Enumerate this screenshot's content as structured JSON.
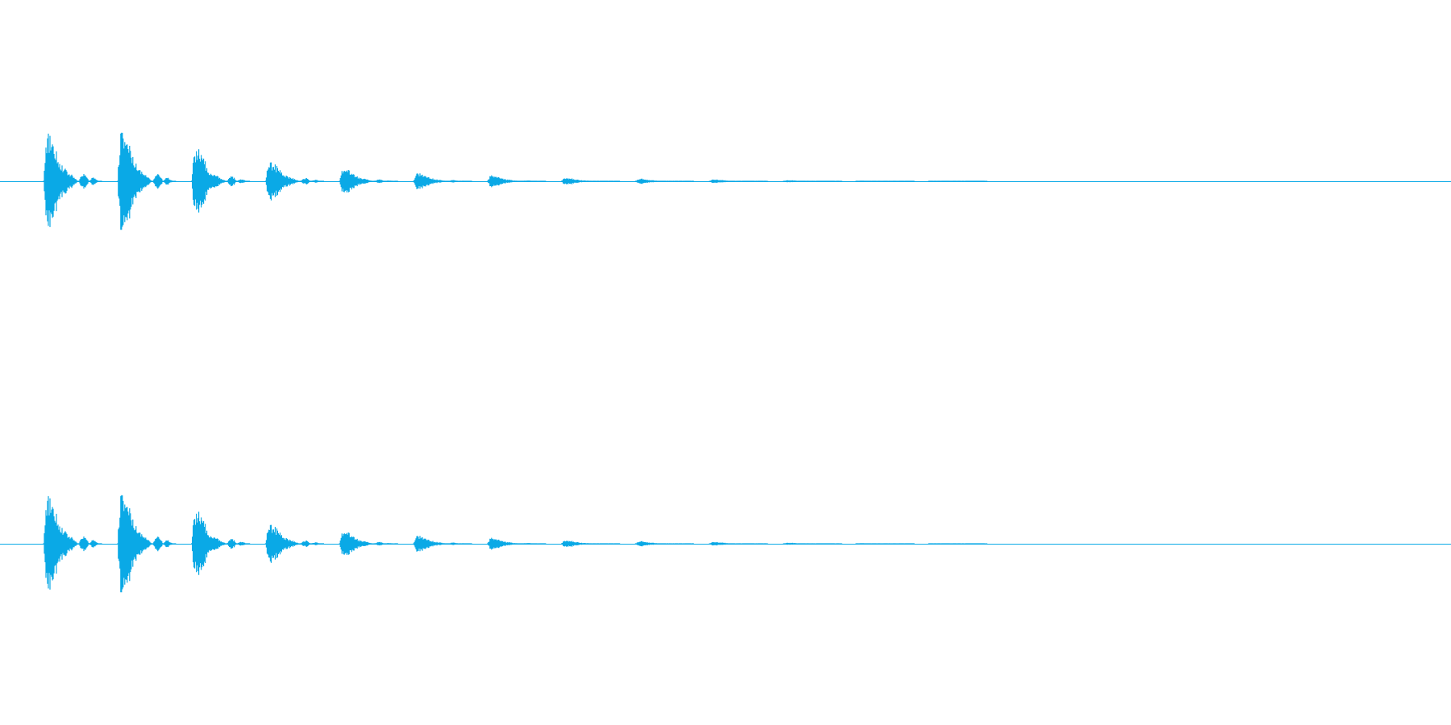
{
  "waveform": {
    "color": "#0aa9e6",
    "background": "#ffffff",
    "channels": [
      {
        "name": "channel-1",
        "bursts": [
          {
            "t": 0.03,
            "amp": 0.92
          },
          {
            "t": 0.081,
            "amp": 0.95
          },
          {
            "t": 0.132,
            "amp": 0.6
          },
          {
            "t": 0.183,
            "amp": 0.38
          },
          {
            "t": 0.234,
            "amp": 0.24
          },
          {
            "t": 0.285,
            "amp": 0.16
          },
          {
            "t": 0.336,
            "amp": 0.11
          },
          {
            "t": 0.387,
            "amp": 0.07
          },
          {
            "t": 0.438,
            "amp": 0.05
          },
          {
            "t": 0.489,
            "amp": 0.035
          },
          {
            "t": 0.54,
            "amp": 0.02
          },
          {
            "t": 0.59,
            "amp": 0.012
          },
          {
            "t": 0.64,
            "amp": 0.007
          }
        ]
      },
      {
        "name": "channel-2",
        "bursts": [
          {
            "t": 0.03,
            "amp": 0.92
          },
          {
            "t": 0.081,
            "amp": 0.95
          },
          {
            "t": 0.132,
            "amp": 0.6
          },
          {
            "t": 0.183,
            "amp": 0.38
          },
          {
            "t": 0.234,
            "amp": 0.24
          },
          {
            "t": 0.285,
            "amp": 0.16
          },
          {
            "t": 0.336,
            "amp": 0.11
          },
          {
            "t": 0.387,
            "amp": 0.07
          },
          {
            "t": 0.438,
            "amp": 0.05
          },
          {
            "t": 0.489,
            "amp": 0.035
          },
          {
            "t": 0.54,
            "amp": 0.02
          },
          {
            "t": 0.59,
            "amp": 0.012
          },
          {
            "t": 0.64,
            "amp": 0.007
          }
        ]
      }
    ]
  }
}
